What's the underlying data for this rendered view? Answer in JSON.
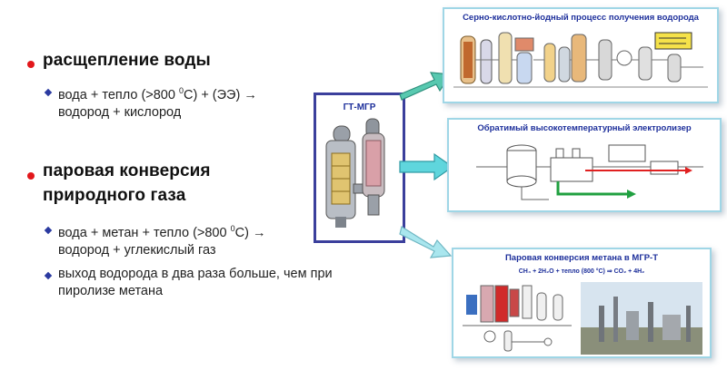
{
  "left": {
    "item1": {
      "heading": "расщепление воды",
      "sub": [
        {
          "line1_pre": "вода + тепло (>800 ",
          "sup": "0",
          "line1_post": "C) + (ЭЭ)  →",
          "line2": "водород + кислород"
        }
      ]
    },
    "item2": {
      "heading_line1": "паровая конверсия",
      "heading_line2": "природного газа",
      "sub": [
        {
          "line1_pre": "вода + метан + тепло (>800 ",
          "sup": "0",
          "line1_post": "C)  →",
          "line2": "водород + углекислый газ"
        },
        {
          "line1": "выход водорода в два раза больше, чем при",
          "line2": "пиролизе метана"
        }
      ]
    }
  },
  "center": {
    "label": "ГТ-МГР"
  },
  "panels": {
    "top": {
      "title": "Серно-кислотно-йодный процесс получения водорода"
    },
    "middle": {
      "title": "Обратимый высокотемпературный электролизер"
    },
    "bottom": {
      "title": "Паровая конверсия метана в МГР-Т",
      "formula": "CH₄ + 2H₂O + тепло (800 °C) ⇒ CO₂ + 4H₂"
    }
  },
  "colors": {
    "red_bullet": "#e2171b",
    "blue_diamond": "#2b3aa0",
    "arrow_top": "#58c9b0",
    "arrow_mid": "#5fd6dd",
    "arrow_bottom": "#a9e6ee",
    "box_border": "#3b3f9c",
    "panel_border": "#9fd6e6",
    "title_blue": "#1d2f9b"
  },
  "icons": [
    "reactor-vessel-icon",
    "arrow-icon"
  ]
}
